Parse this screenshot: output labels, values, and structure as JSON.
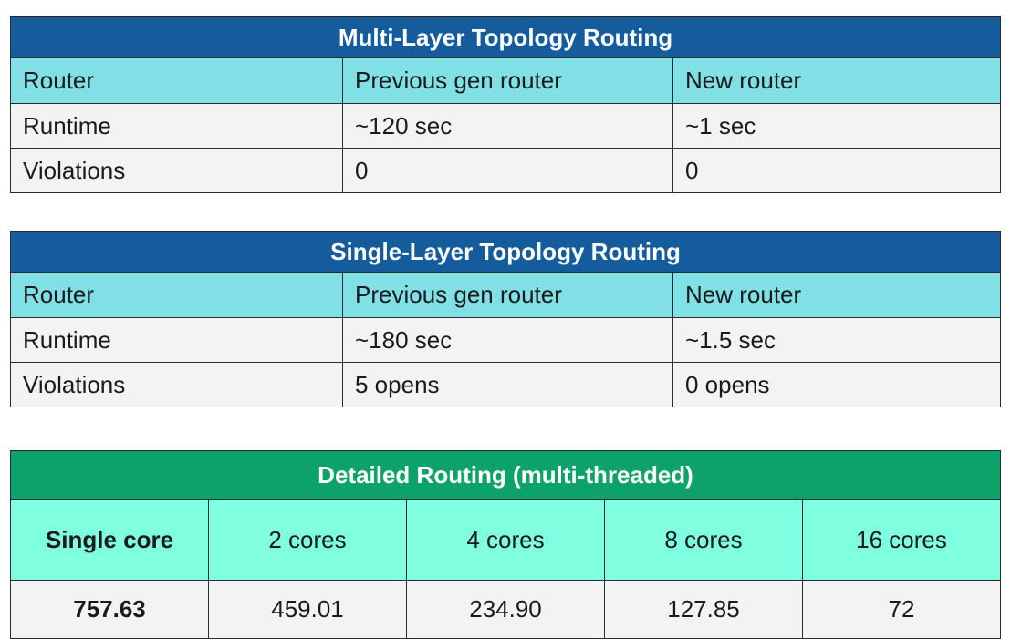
{
  "multi_layer": {
    "title": "Multi-Layer Topology Routing",
    "header": [
      "Router",
      "Previous gen router",
      "New router"
    ],
    "runtime": [
      "Runtime",
      "~120 sec",
      "~1 sec"
    ],
    "violations": [
      "Violations",
      "0",
      "0"
    ]
  },
  "single_layer": {
    "title": "Single-Layer Topology Routing",
    "header": [
      "Router",
      "Previous gen router",
      "New router"
    ],
    "runtime": [
      "Runtime",
      "~180 sec",
      "~1.5 sec"
    ],
    "violations": [
      "Violations",
      "5 opens",
      "0 opens"
    ]
  },
  "detailed": {
    "title": "Detailed Routing (multi-threaded)",
    "header": [
      "Single core",
      "2 cores",
      "4 cores",
      "8 cores",
      "16 cores"
    ],
    "values": [
      "757.63",
      "459.01",
      "234.90",
      "127.85",
      "72"
    ]
  },
  "colors": {
    "blue_title": "#155c9c",
    "cyan_header": "#80e0e6",
    "green_title": "#0ca26a",
    "mint_header": "#80ffe0",
    "row_bg": "#f3f3f3"
  }
}
